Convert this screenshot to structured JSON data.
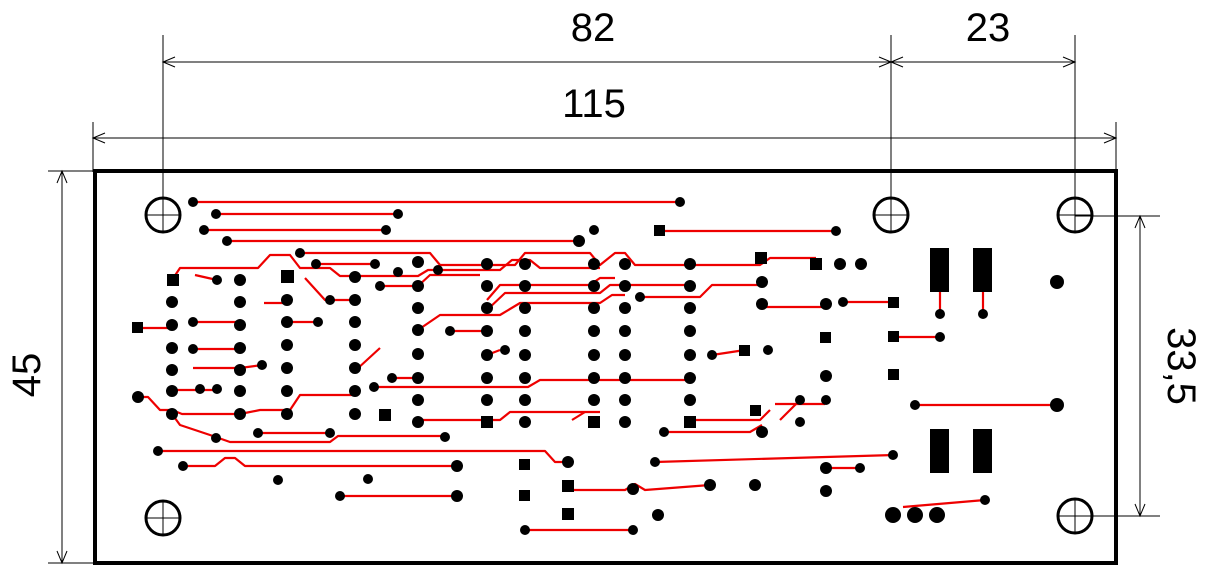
{
  "dimensions": {
    "top_left_span": "82",
    "top_right_span": "23",
    "overall_width": "115",
    "overall_height": "45",
    "hole_spacing_vertical": "33,5"
  },
  "colors": {
    "board_outline": "#000000",
    "traces": "#ee0000",
    "pads": "#000000",
    "background": "#ffffff"
  }
}
